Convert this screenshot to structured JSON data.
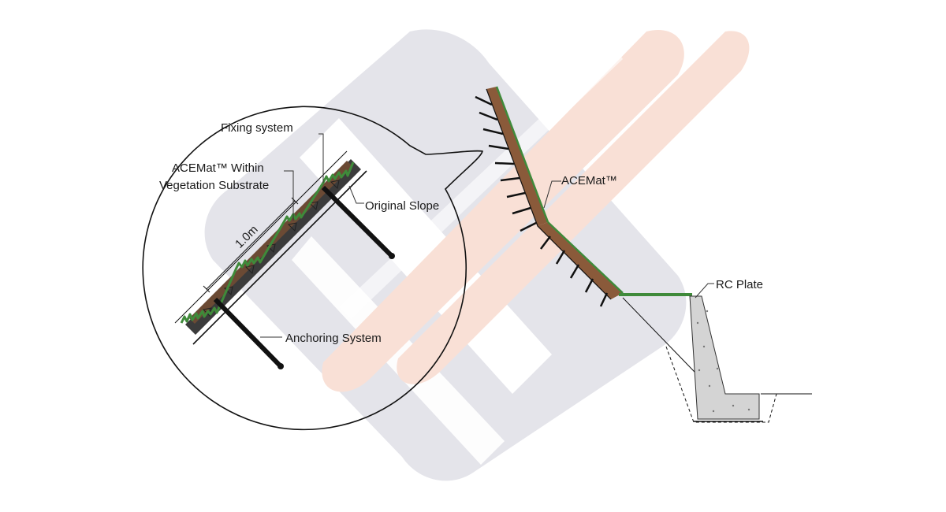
{
  "labels": {
    "fixing_system": "Fixing system",
    "acemat_within_line1": "ACEMat™ Within",
    "acemat_within_line2": "Vegetation Substrate",
    "original_slope": "Original Slope",
    "dimension": "1.0m",
    "anchoring_system": "Anchoring System",
    "acemat": "ACEMat™",
    "rc_plate": "RC Plate"
  },
  "colors": {
    "watermark_gray": "#e6e6ec",
    "watermark_pink": "#f9e3dc",
    "mat_brown": "#8a5a3a",
    "grass_green": "#3f8a3a",
    "anchor_black": "#111111",
    "concrete": "#d4d4d4"
  },
  "icons": {
    "watermark": "company-logo-watermark"
  }
}
